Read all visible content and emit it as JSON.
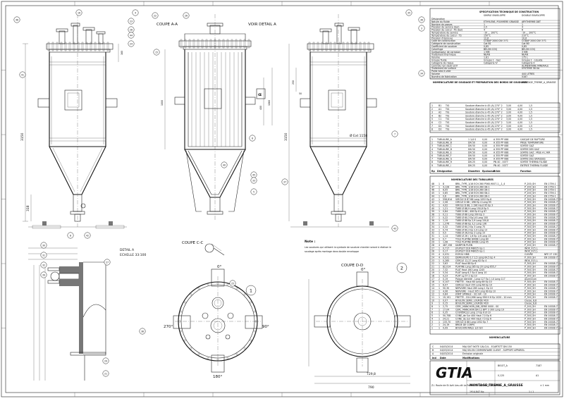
{
  "drawing": {
    "sections": {
      "coupe_aa": "COUPE A-A",
      "voir_detail": "VOIR DETAIL A",
      "coupe_cc": "COUPE C-C",
      "coupe_dd": "COUPE D-D",
      "detail_a": "DETAIL A",
      "echelle": "ECHELLE 33:100"
    },
    "dimensions": {
      "total_height": "3150",
      "bottom_height": "318",
      "side_height": "3150",
      "dia_ext": "Ø Ext 1158",
      "d_729": "729,8",
      "d_790": "790",
      "d_1060": "1060",
      "d_400": "400",
      "d_250": "250",
      "d_50": "50",
      "d_160": "160",
      "d_1000": "1000"
    },
    "angles": {
      "a0_c": "0°",
      "a90_c": "90°",
      "a180_c": "180°",
      "a270_c": "270°",
      "a0_d": "0°"
    },
    "note": {
      "title": "Note :",
      "line1": "Les soudures qui utilisent la symbole de soudure chantier seront à réaliser le",
      "line2": "soudage après montage dans double enveloppe"
    },
    "balloons": [
      "46",
      "22",
      "16",
      "4",
      "23",
      "28",
      "44",
      "24",
      "15",
      "26",
      "41",
      "6",
      "45",
      "5",
      "33",
      "37",
      "7",
      "35",
      "36",
      "3",
      "34",
      "40",
      "42",
      "8",
      "2",
      "27",
      "29",
      "30",
      "31",
      "32",
      "39",
      "21",
      "38",
      "43",
      "1",
      "25"
    ]
  },
  "spec": {
    "title": "SPECIFICATION TECHNIQUE DE CONSTRUCTION",
    "col1": "SIMPLE ENVELOPPE",
    "col2": "DOUBLE ENVELOPPE",
    "rows": [
      [
        "Désignation",
        "",
        ""
      ],
      [
        "Nature du fluide",
        "ETHYLENE, POLYMERE GRAISSE",
        "ARYTHERME D8T"
      ],
      [
        "Nombre de passes",
        "1",
        "1"
      ],
      [
        "Pression de service (bar)",
        "2,5",
        "4"
      ],
      [
        "Pression de calcul - PS (bar)",
        "4",
        "6"
      ],
      [
        "Température de service",
        "-10 ... 100°C",
        "-10 ... 200°C"
      ],
      [
        "Température de calcul - TS",
        "150°C",
        "210°C"
      ],
      [
        "Pression d'épreuve",
        "12,6",
        "10,6"
      ],
      [
        "Code de construction",
        "CODAP 2000 DIV 3 F1",
        "CODAP 2000 DIV 3 F1"
      ],
      [
        "Catégorie de construction",
        "Cat B1",
        "Cat B0"
      ],
      [
        "Coefficient de soudure",
        "0,85",
        "0,85"
      ],
      [
        "Calorifuge",
        "BELON COQ",
        "BELON COQ"
      ],
      [
        "Surépaisseur de corrosion",
        "1 MM",
        "3 MM"
      ],
      [
        "Traitement thermique",
        "NEAN",
        "NEAN"
      ],
      [
        "Volume",
        "1.81",
        "175 L"
      ],
      [
        "Groupe fluide",
        "Groupe 1 - Gaz",
        "Groupe 1 - Liquide"
      ],
      [
        "Catégorie de risque",
        "Catégorie IV",
        "Catégorie II"
      ],
      [
        "Contrôle non destructif",
        "",
        "ALIMENTAIRE MINERALE"
      ],
      [
        "Traitement de surface",
        "",
        "SYSTEME 58 XA"
      ],
      [
        "Poids total à vide",
        "",
        ""
      ],
      [
        "Volume",
        "",
        "444 LITRES"
      ],
      [
        "Numéro de fabrication",
        "",
        "5187"
      ]
    ],
    "nomenclature_header": "NOMENCLATURE DE SOUDAGE ET PREPARATION DES BORDS DE SOUDURES",
    "nomenclature_header2": "MONTAGE_TREMIE_A_GRAISSE"
  },
  "weld_table": {
    "rows": [
      [
        "1",
        "B1",
        "TIG",
        "Soudure étanche à 45 (A) 270° 2",
        "3,00",
        "4,00",
        "1,5"
      ],
      [
        "2",
        "A1",
        "TIG",
        "Soudure étanche à 45 (A) 270° 2",
        "3,00",
        "4,00",
        "1,5"
      ],
      [
        "3",
        "A2",
        "TIG",
        "Soudure étanche à 45 (A) 270° 2",
        "3,00",
        "4,00",
        "1,5"
      ],
      [
        "4",
        "B2",
        "TIG",
        "Soudure étanche à 45 (A) 270° 2",
        "3,00",
        "4,00",
        "1,5"
      ],
      [
        "5",
        "C1",
        "TIG",
        "Soudure étanche à 45 (A) 270° 2",
        "3,00",
        "4,00",
        "1,5"
      ],
      [
        "6",
        "C2",
        "TIG",
        "Soudure étanche à 45 (A) 270° 2",
        "3,00",
        "4,00",
        "1,5"
      ],
      [
        "7",
        "D1",
        "TIG",
        "Soudure étanche à 45 (A) 270° 2",
        "3,00",
        "4,00",
        "1,5"
      ],
      [
        "8",
        "D2",
        "TIG",
        "Soudure étanche à 45 (A) 270° 2",
        "3,00",
        "4,00",
        "1,5"
      ]
    ]
  },
  "tubulures": {
    "rows": [
      [
        "1",
        "TUBULURE_A",
        "1 1/4 S",
        "0,00",
        "A 355 PP 088",
        "CASQUE DE RUPTURE"
      ],
      [
        "2",
        "TUBULURE_B",
        "DN 50",
        "0,00",
        "A 355 PP 088",
        "PRISE TEMPERATURE"
      ],
      [
        "3",
        "TUBULURE_C",
        "DN 50",
        "0,00",
        "A 355 PP 088",
        "SORTIE GAZ"
      ],
      [
        "4",
        "TUBULURE_D",
        "DN 50",
        "0,00",
        "A 355 PP 088",
        "SORTIE DES GAZ"
      ],
      [
        "5",
        "TUBULURE_E",
        "DN 50",
        "0,00",
        "A 355 PP 088",
        "SORTIE GAZ : MISE A L'AIR"
      ],
      [
        "6",
        "TUBULURE_F",
        "DN 50",
        "0,00",
        "A 355 PP 088",
        "SORTIE GAZ"
      ],
      [
        "7",
        "TUBULURE_G",
        "DN 50",
        "0,00",
        "A 355 PP 088",
        "SORTIE DES GRAISSES"
      ],
      [
        "8",
        "TUBULURE_H",
        "DN 25",
        "0,00",
        "PN 40 - 0077",
        "SORTIE THERMA FLUIDE"
      ],
      [
        "9",
        "TUBULURE_I",
        "DN 25",
        "0,00",
        "PN 40 - 0077",
        "ENTREE THERMA FLUIDE"
      ]
    ],
    "header": [
      "Rp",
      "Désignation",
      "Diamètre",
      "Epaisseur",
      "Bride",
      "Fonction"
    ]
  },
  "nomenclature": {
    "title": "NOMENCLATURE DES TUBULURES",
    "rows": [
      [
        "48",
        "1",
        "8",
        "BRIL_TYPE_1/16 ECH.360 P560-9007-1__1_4",
        "P_200_SH",
        "EN 1759-1"
      ],
      [
        "47",
        "1",
        "4,128",
        "BRIL_TYPE_1/16 ECH.360 SN-1",
        "P_200_SH",
        "EN 1759-1"
      ],
      [
        "46",
        "1",
        "6,05",
        "BRIL_TYPE_1/16 ECH.360 SN-1",
        "P_200_SH",
        "EN 1759-1"
      ],
      [
        "45",
        "1",
        "0,85",
        "BRIL_TYPE_1/16 ECH.360 SN-1",
        "P_200_SH",
        "EN 1759-1"
      ],
      [
        "44",
        "1",
        "0,6",
        "BRIL_TYPE_1/16 ECH.360 SN-1",
        "P_200_SH",
        "EN 1759-1"
      ],
      [
        "43",
        "1",
        "558,814",
        "VIROLE D 87 88 Long 1052 Ep.6",
        "P_300_SH",
        "EN 10028-7"
      ],
      [
        "42",
        "1",
        "2,06",
        "CIRCLE D 88 ; 496 Ep 4 Long 95",
        "P_300_SH",
        "EN 10028-7"
      ],
      [
        "41",
        "1",
        "4,02",
        "VIROLE D 88, 1 196 Haut 95 Ep 3",
        "P_300_SH",
        "EN 10028-7"
      ],
      [
        "40",
        "1",
        "1,21",
        "TUBE Ø 88,9 Long 150,8 Ep 5",
        "P_300_SH",
        "EN 10028-7"
      ],
      [
        "39",
        "1",
        "0,84",
        "TUBE D 88 ; 406 Ep 6 Lg 67",
        "P_300_SH",
        "EN 10028-7"
      ],
      [
        "38",
        "1",
        "0,11",
        "TUBE Ø 88 Long 300 Ep 3",
        "P_300_SH",
        "EN 10028-7"
      ],
      [
        "37",
        "1",
        "0,22",
        "TUBE Ø 60,3 Ep1,6 Long 100",
        "P_300_SH",
        "EN 10028-7"
      ],
      [
        "36",
        "1",
        "1,19",
        "TUBE Ø 88 Ep 2,9 Long 150,8",
        "P_300_SH",
        "EN 10028-7"
      ],
      [
        "35",
        "1",
        "1,376",
        "TUBE Ø 88 Ep 3,2 Long 136",
        "P_300_SH",
        "EN 10028-7"
      ],
      [
        "34",
        "1",
        "0,32",
        "TUBE Ø 60,3 Ep 3 Long 75",
        "P_300_SH",
        "EN 10028-7"
      ],
      [
        "33",
        "1",
        "0,74",
        "TUBE Ø 60,3 Ep 2,9 Long 13",
        "P_300_SH",
        "EN 10028-7"
      ],
      [
        "32",
        "1",
        "0,5",
        "TUBE Ø 26,9 Ep 2 Long 15",
        "P_300_SH",
        "EN 10028-7"
      ],
      [
        "31",
        "1",
        "1,14",
        "TUBE Ø 26 / 1,6 Ep 1,6 Long 13",
        "P_300_SH",
        "EN 10028-7"
      ],
      [
        "30",
        "1",
        "0,7",
        "TOLE PLATINE BRIDE Long 80",
        "P_300_SH",
        "EN 10028-7"
      ],
      [
        "29",
        "1",
        "1,08",
        "TOLE PLATINE BRIDE Long 45",
        "P_300_SH",
        "EN 10028-7"
      ],
      [
        "28",
        "4",
        "487,156",
        "DAMPON PLEIN",
        "P_200_SH",
        "EN 10028-7"
      ],
      [
        "27",
        "1",
        "0,717",
        "JOUPLET D16 M8X25 Gp 1",
        "INOX_X15_L",
        ""
      ],
      [
        "26",
        "1",
        "0,17",
        "JOUPLET D16 M8X25 Gp 1",
        "INOX_X15_L",
        ""
      ],
      [
        "25",
        "4",
        "0,031",
        "ECROU HM8",
        "CUIVRE",
        "NFE 27 130"
      ],
      [
        "24",
        "4",
        "0,031",
        "DEMIGOUPE 0,7 2,5 Long 64,5 Ep 4",
        "P_300_SH",
        "EN 10028-7"
      ],
      [
        "23",
        "1",
        "0,285",
        "CERCLE 12,27 Long 62 Ep 4",
        "INOX_X15_L",
        ""
      ],
      [
        "22",
        "1",
        "3,63",
        "PLAT Haut 88 Ep 6",
        "P_300_SH",
        "EN 10028-7"
      ],
      [
        "21",
        "1",
        "82,014",
        "PLATINE Long 285 Ep 20 Long 655,7",
        "P_300_SH",
        "EN 10028-7"
      ],
      [
        "20",
        "1",
        "7,32",
        "PLAT Haut 160 Long 1245",
        "P_300_SH",
        "EN 10028-7"
      ],
      [
        "19",
        "1",
        "5,34",
        "PLAT Long 6,7 Ep 4 Long 10",
        "P_300_SH",
        "EN 10028-7"
      ],
      [
        "18",
        "1",
        "0,23",
        "PLAT Lg 57 2 Ep 10",
        "P_300_SH",
        "EN 10028-7"
      ],
      [
        "17",
        "2",
        "0,19",
        "Palque identité - Long 127 Ep 1 L0 Long 117",
        "Aluminium",
        ""
      ],
      [
        "16",
        "1",
        "0,107",
        "FRETTE - Haut 60 Long 69 Ep 10",
        "P_300_SH",
        "EN 10028-7"
      ],
      [
        "15",
        "1",
        "6,07",
        "CERCLE Haut 155 Long 69 Ep 10",
        "P_300_SH",
        "EN 10028-7"
      ],
      [
        "14",
        "1",
        "50,30",
        "NERVURE Haut 285 Long 1 Ep 10",
        "P_300_SH",
        "EN 10028-7"
      ],
      [
        "13",
        "1",
        "4,06",
        "NERVURE - Haut 305 Long 69 Ep 10",
        "P_300_SH",
        "EN 10028-7"
      ],
      [
        "12",
        "1",
        "0,84",
        "JOINT SPIRALE - 3/1 GR - 10",
        "P_300_SH",
        "EN 10028-7"
      ],
      [
        "11",
        "1",
        "19,191",
        "FRETTE - D14,996 Long 956 H 6 Ep 1020 - 10 mm",
        "P_300_SH",
        "EN 10028-7"
      ],
      [
        "10",
        "1",
        "0,07",
        "BOULON_SERIE_LOURDE M20",
        "Classe_8,8",
        ""
      ],
      [
        "9",
        "1",
        "0,15",
        "BOULON_SERIE_LOURDE M20",
        "Classe_8,8",
        ""
      ],
      [
        "8",
        "1",
        "2,75",
        "CERC_MANCHON_DIB_SERIE 0000 - 00",
        "P_200_SH",
        "EN 10028-7"
      ],
      [
        "7",
        "1",
        "17,04",
        "CERC_MANCHON DN 12 BPT 3 300 Long 19",
        "P_300_SH",
        "EN 10028-7"
      ],
      [
        "6",
        "1",
        "0,35",
        "COUVERCLE Long 17 Ep 6 Ø 10",
        "P_300_SH",
        "EN 10028-7"
      ],
      [
        "5",
        "1",
        "50,708",
        "CONE_de Sur 400 Haut 7,5 Ep 6",
        "P_300_SH",
        "EN 10028-7"
      ],
      [
        "4",
        "1",
        "24,21",
        "CONE_de Sur 400 Haut 7,5 Ep 6",
        "P_300_SH",
        "EN 10028-7"
      ],
      [
        "3",
        "1",
        "133,70",
        "VIROLE D 88 Long 1052 Ep 7",
        "P_300_SH",
        "EN 10028-7"
      ],
      [
        "2",
        "1",
        "24,19",
        "BRIDE DE CORPS",
        "P_300_SH",
        "EN 10028-7"
      ],
      [
        "1",
        "1",
        "0,09",
        "BOUCHON MALE 1/2 ISO",
        "P_300_SH",
        "EN 10028-7"
      ]
    ],
    "footer": "NOMENCLATURE"
  },
  "revisions": {
    "rows": [
      [
        "C",
        "04/03/2014",
        "MAJ SUIT NOTE CALCUL - ECARTSTT DN 150"
      ],
      [
        "B",
        "04/03/2014",
        "MAJ SELON COMMENTAIRE CLIENT - SUPPORT APPAREIL"
      ],
      [
        "A",
        "04/03/2014",
        "Emission originale"
      ]
    ],
    "header": [
      "Ind",
      "Date",
      "Modifications"
    ]
  },
  "title_block": {
    "company": "GTIA",
    "drawing_title": "MONTAGE_TREMIE_A_GRAISSE",
    "numero": "7187",
    "dessine_par": "BIGOT_A",
    "echelle": "0,125",
    "feuille": "1 / 1",
    "format": "A1",
    "masse": "1914,847 Kg",
    "tolerance": "± 1 mm",
    "address": "Z.I. Route de St Avit Lieu-dit Le Pontet 33 LA TESTE DE BUCH"
  }
}
